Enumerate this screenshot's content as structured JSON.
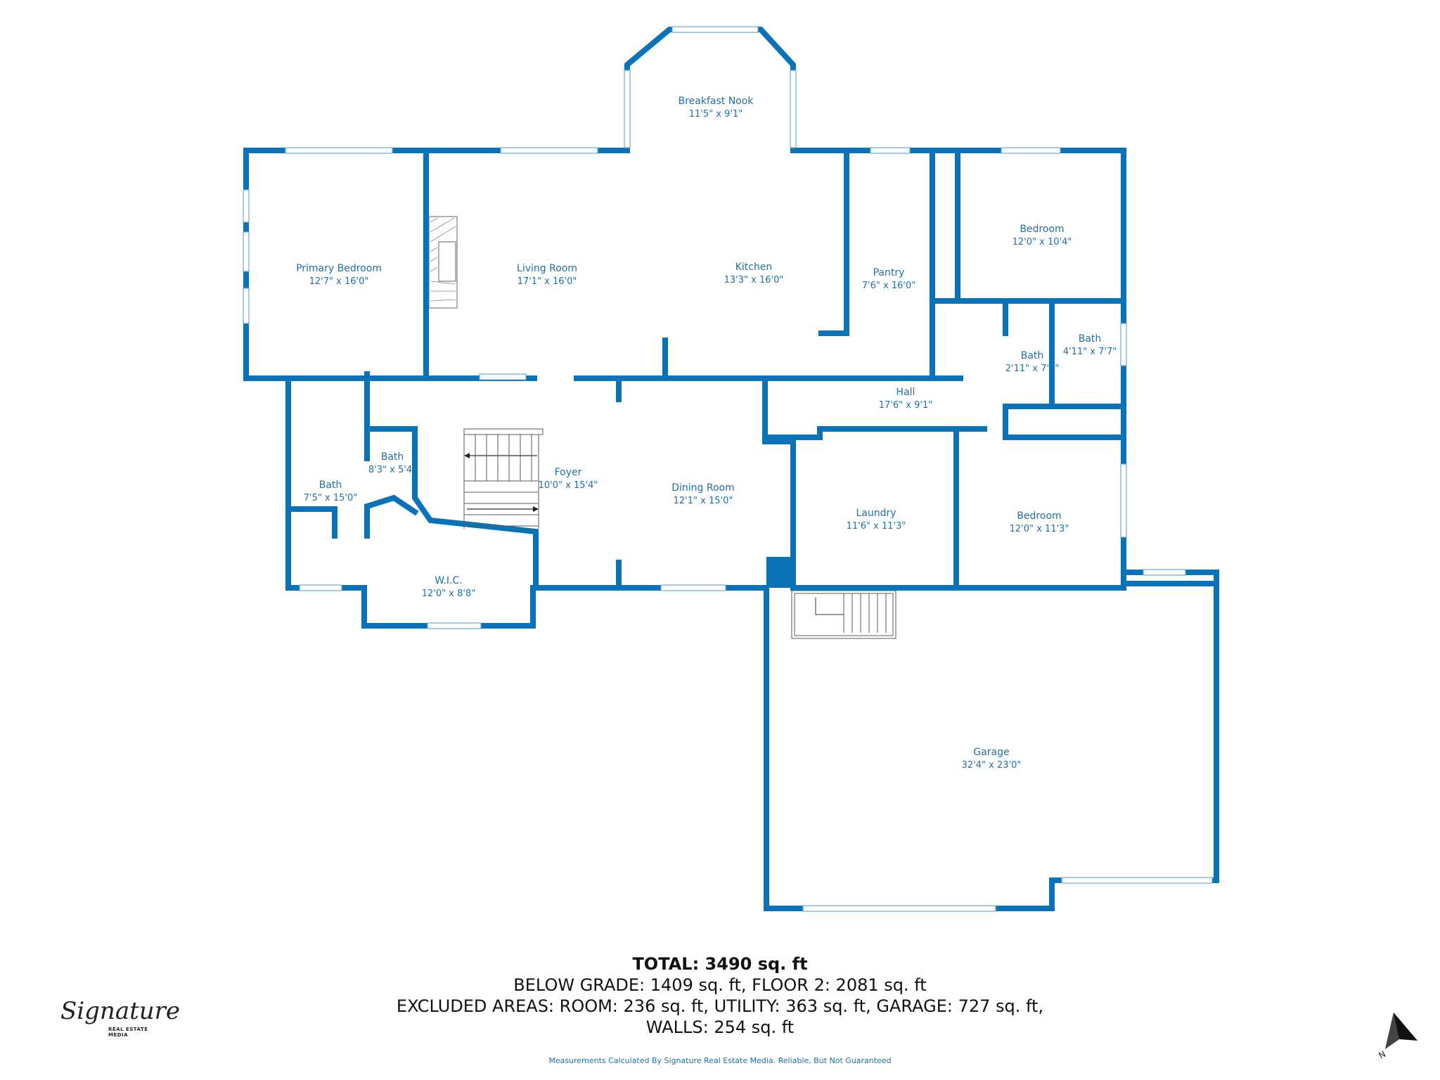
{
  "rooms": {
    "breakfast_nook": {
      "name": "Breakfast Nook",
      "dim": "11'5\" x 9'1\""
    },
    "primary_bedroom": {
      "name": "Primary Bedroom",
      "dim": "12'7\" x 16'0\""
    },
    "living_room": {
      "name": "Living Room",
      "dim": "17'1\" x 16'0\""
    },
    "kitchen": {
      "name": "Kitchen",
      "dim": "13'3\" x 16'0\""
    },
    "pantry": {
      "name": "Pantry",
      "dim": "7'6\" x 16'0\""
    },
    "bedroom_ne": {
      "name": "Bedroom",
      "dim": "12'0\" x 10'4\""
    },
    "bath_small": {
      "name": "Bath",
      "dim": "2'11\" x 7'7\""
    },
    "bath_ne": {
      "name": "Bath",
      "dim": "4'11\" x 7'7\""
    },
    "hall": {
      "name": "Hall",
      "dim": "17'6\" x 9'1\""
    },
    "bath_center": {
      "name": "Bath",
      "dim": "8'3\" x 5'4\""
    },
    "bath_west": {
      "name": "Bath",
      "dim": "7'5\" x 15'0\""
    },
    "foyer": {
      "name": "Foyer",
      "dim": "10'0\" x 15'4\""
    },
    "dining_room": {
      "name": "Dining Room",
      "dim": "12'1\" x 15'0\""
    },
    "laundry": {
      "name": "Laundry",
      "dim": "11'6\" x 11'3\""
    },
    "bedroom_se": {
      "name": "Bedroom",
      "dim": "12'0\" x 11'3\""
    },
    "wic": {
      "name": "W.I.C.",
      "dim": "12'0\" x 8'8\""
    },
    "garage": {
      "name": "Garage",
      "dim": "32'4\" x 23'0\""
    }
  },
  "summary": {
    "total": "TOTAL: 3490 sq. ft",
    "line2": "BELOW GRADE: 1409 sq. ft, FLOOR 2: 2081 sq. ft",
    "line3": "EXCLUDED AREAS: ROOM: 236 sq. ft, UTILITY: 363 sq. ft, GARAGE: 727 sq. ft,",
    "line4": "WALLS: 254 sq. ft"
  },
  "disclaimer": "Measurements Calculated By Signature Real Estate Media. Reliable, But Not Guaranteed",
  "logo": {
    "script": "Signature",
    "sub": "REAL ESTATE MEDIA"
  },
  "compass": {
    "label": "N",
    "icon": "north-arrow-icon"
  },
  "colors": {
    "wall": "#0a73b7",
    "label": "#1f6fa8"
  }
}
